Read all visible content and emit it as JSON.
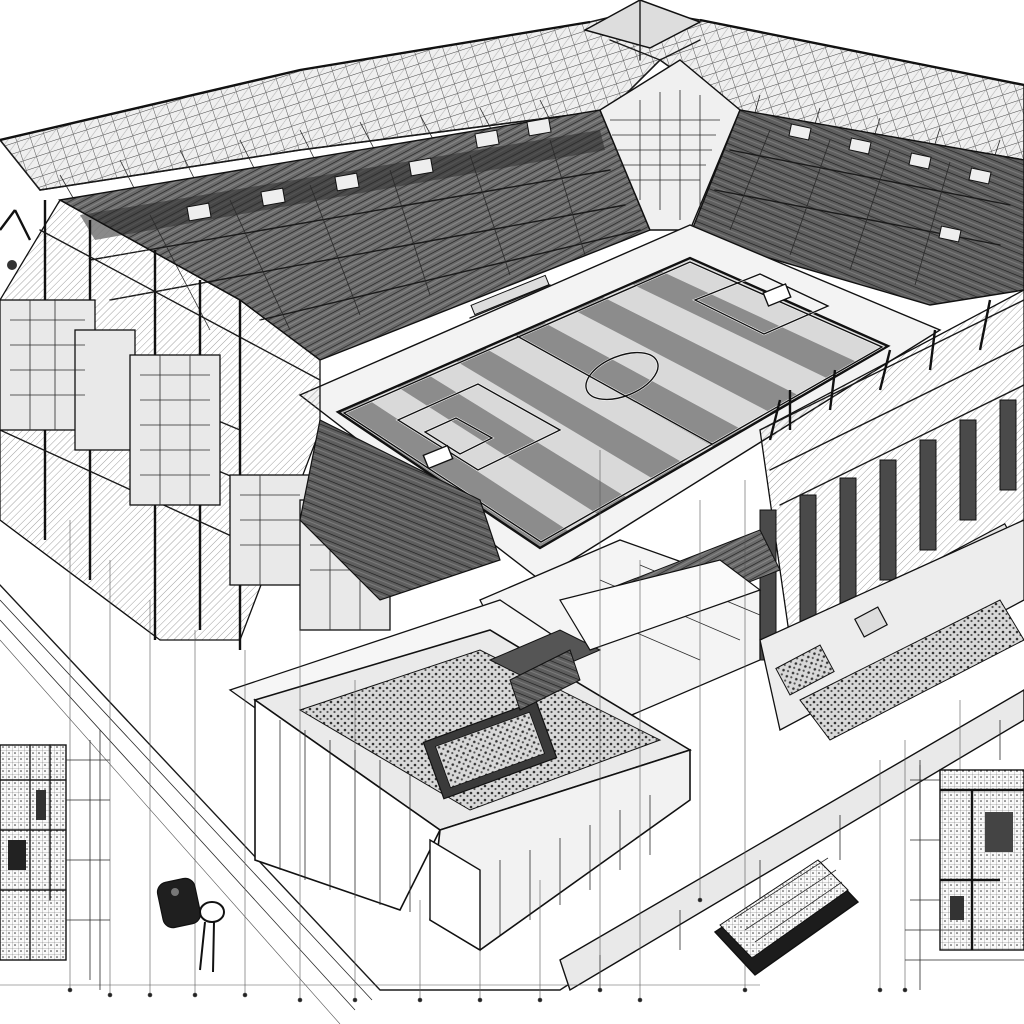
{
  "illustration": {
    "subject": "stadium-architectural-sketch",
    "palette": {
      "ink": "#1a1a1a",
      "paper": "#ffffff",
      "pitch_light": "#d9d9d9",
      "pitch_dark": "#8c8c8c",
      "shade": "#6e6e6e",
      "seat_dark": "#3a3a3a"
    },
    "pitch": {
      "stripe_count": 12
    },
    "stands": {
      "tier_count": 2
    }
  }
}
